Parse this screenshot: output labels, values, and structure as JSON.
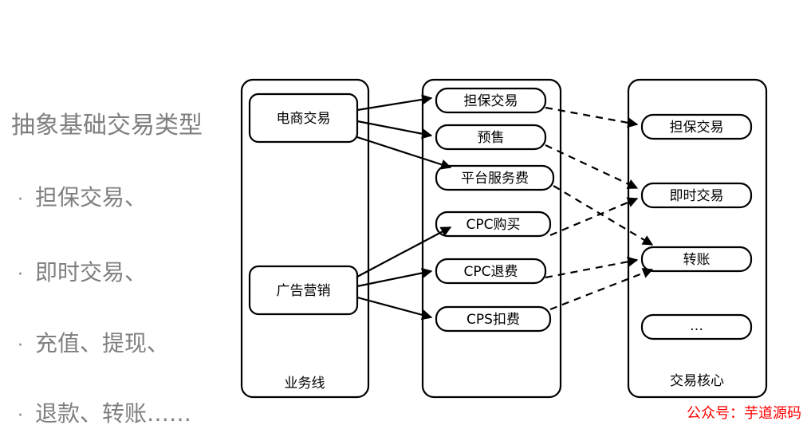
{
  "left_panel": {
    "title": "抽象基础交易类型",
    "bullets": [
      {
        "marker": "·",
        "label": "担保交易、"
      },
      {
        "marker": "·",
        "label": "即时交易、"
      },
      {
        "marker": "·",
        "label": "充值、提现、"
      },
      {
        "marker": "·",
        "label": "退款、转账……"
      }
    ]
  },
  "diagram": {
    "columns": [
      {
        "id": "business-line",
        "footer_label": "业务线",
        "nodes": [
          {
            "id": "ecommerce-trade",
            "label": "电商交易"
          },
          {
            "id": "ad-marketing",
            "label": "广告营销"
          }
        ]
      },
      {
        "id": "scene-layer",
        "footer_label": "",
        "nodes": [
          {
            "id": "escrow-trade-scene",
            "label": "担保交易"
          },
          {
            "id": "presale",
            "label": "预售"
          },
          {
            "id": "platform-service-fee",
            "label": "平台服务费"
          },
          {
            "id": "cpc-purchase",
            "label": "CPC购买"
          },
          {
            "id": "cpc-refund",
            "label": "CPC退费"
          },
          {
            "id": "cps-deduction",
            "label": "CPS扣费"
          }
        ]
      },
      {
        "id": "trade-core",
        "footer_label": "交易核心",
        "nodes": [
          {
            "id": "escrow-trade-core",
            "label": "担保交易"
          },
          {
            "id": "instant-trade",
            "label": "即时交易"
          },
          {
            "id": "transfer",
            "label": "转账"
          },
          {
            "id": "more-ellipsis",
            "label": "…"
          }
        ]
      }
    ],
    "edges_solid": [
      {
        "from": "电商交易",
        "to": "担保交易"
      },
      {
        "from": "电商交易",
        "to": "预售"
      },
      {
        "from": "电商交易",
        "to": "平台服务费"
      },
      {
        "from": "广告营销",
        "to": "CPC购买"
      },
      {
        "from": "广告营销",
        "to": "CPC退费"
      },
      {
        "from": "广告营销",
        "to": "CPS扣费"
      }
    ],
    "edges_dashed": [
      {
        "from": "担保交易",
        "to": "担保交易"
      },
      {
        "from": "预售",
        "to": "即时交易"
      },
      {
        "from": "平台服务费",
        "to": "转账"
      },
      {
        "from": "CPC购买",
        "to": "即时交易"
      },
      {
        "from": "CPC退费",
        "to": "转账"
      },
      {
        "from": "CPS扣费",
        "to": "转账"
      }
    ]
  },
  "watermark": {
    "text": "公众号：芋道源码",
    "color": "#ff0000"
  },
  "colors": {
    "text_gray": "#7f7f7f",
    "stroke_black": "#000000",
    "background": "#ffffff",
    "watermark_red": "#ff0000"
  }
}
